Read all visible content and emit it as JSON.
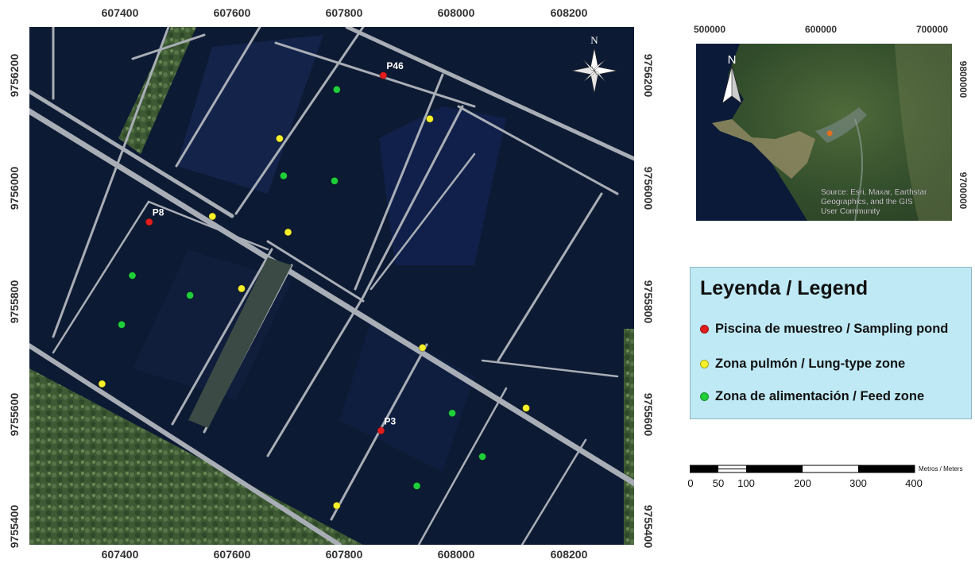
{
  "main_map": {
    "x_ticks": [
      "607400",
      "607600",
      "607800",
      "608000",
      "608200"
    ],
    "y_ticks": [
      "9756200",
      "9756000",
      "9755800",
      "9755600",
      "9755400"
    ],
    "north_label": "N",
    "colors": {
      "water": "#0d1a33",
      "dike": "#a9aeb6",
      "vegetation": "#3e5a34"
    },
    "points": {
      "sampling": [
        {
          "label": "P46",
          "x": 607870,
          "y": 9756200
        },
        {
          "label": "P8",
          "x": 607452,
          "y": 9755940
        },
        {
          "label": "P3",
          "x": 607866,
          "y": 9755570
        }
      ],
      "lung": [
        {
          "x": 607953,
          "y": 9756123
        },
        {
          "x": 607685,
          "y": 9756088
        },
        {
          "x": 607565,
          "y": 9755950
        },
        {
          "x": 607700,
          "y": 9755922
        },
        {
          "x": 607617,
          "y": 9755822
        },
        {
          "x": 607368,
          "y": 9755653
        },
        {
          "x": 607940,
          "y": 9755717
        },
        {
          "x": 608125,
          "y": 9755610
        },
        {
          "x": 607787,
          "y": 9755437
        }
      ],
      "feed": [
        {
          "x": 607787,
          "y": 9756175
        },
        {
          "x": 607692,
          "y": 9756022
        },
        {
          "x": 607783,
          "y": 9756013
        },
        {
          "x": 607422,
          "y": 9755845
        },
        {
          "x": 607525,
          "y": 9755810
        },
        {
          "x": 607403,
          "y": 9755758
        },
        {
          "x": 607993,
          "y": 9755601
        },
        {
          "x": 608047,
          "y": 9755524
        },
        {
          "x": 607930,
          "y": 9755472
        }
      ]
    }
  },
  "inset_map": {
    "x_ticks": [
      "500000",
      "600000",
      "700000"
    ],
    "y_ticks": [
      "9800000",
      "9700000"
    ],
    "north_label": "N",
    "credit": [
      "Source: Esri, Maxar, Earthstar",
      "Geographics, and the GIS",
      "User Community"
    ],
    "location": {
      "x": 608000,
      "y": 9755800
    }
  },
  "legend": {
    "title": "Leyenda / Legend",
    "items": [
      {
        "label": "Piscina de muestreo / Sampling pond",
        "color": "#e11d1d"
      },
      {
        "label": "Zona pulmón / Lung-type zone",
        "color": "#f5f029"
      },
      {
        "label": "Zona de alimentación / Feed zone",
        "color": "#1fcf3a"
      }
    ]
  },
  "scale_bar": {
    "units": "Metros / Meters",
    "labels": [
      "0",
      "50",
      "100",
      "200",
      "300",
      "400"
    ]
  }
}
